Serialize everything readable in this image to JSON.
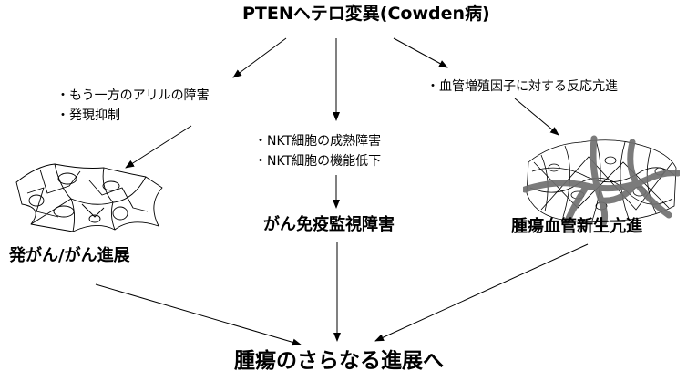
{
  "title": "PTENヘテロ変異(Cowden病)",
  "branches": {
    "left": {
      "notes": [
        "・もう一方のアリルの障害",
        "・発現抑制"
      ],
      "outcome": "発がん/がん進展"
    },
    "middle": {
      "notes": [
        "・NKT細胞の成熟障害",
        "・NKT細胞の機能低下"
      ],
      "outcome": "がん免疫監視障害"
    },
    "right": {
      "notes": [
        "・血管増殖因子に対する反応亢進"
      ],
      "outcome": "腫瘍血管新生亢進"
    }
  },
  "final": "腫瘍のさらなる進展へ",
  "illustrations": {
    "left": "cell-cluster-sketch",
    "right": "tumor-vessel-network-sketch"
  },
  "colors": {
    "text": "#000000",
    "arrow": "#000000",
    "vessel": "#707070"
  }
}
